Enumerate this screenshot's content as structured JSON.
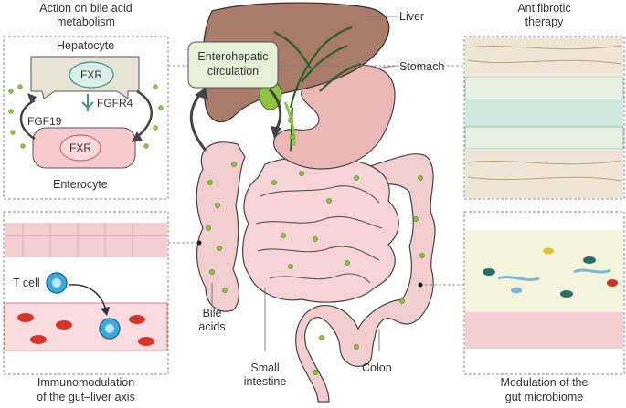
{
  "panels": {
    "bile_acid": {
      "title_line1": "Action on bile acid",
      "title_line2": "metabolism",
      "hepatocyte": "Hepatocyte",
      "enterocyte": "Enterocyte",
      "fxr_top": "FXR",
      "fxr_bottom": "FXR",
      "fgfr4": "FGFR4",
      "fgf19": "FGF19"
    },
    "immuno": {
      "t_cell": "T cell",
      "caption_line1": "Immunomodulation",
      "caption_line2": "of the gut–liver axis"
    },
    "antifibrotic": {
      "title_line1": "Antifibrotic",
      "title_line2": "therapy"
    },
    "microbiome": {
      "caption_line1": "Modulation of the",
      "caption_line2": "gut microbiome"
    }
  },
  "center": {
    "enterohepatic_line1": "Enterohepatic",
    "enterohepatic_line2": "circulation",
    "liver": "Liver",
    "stomach": "Stomach",
    "bile_line1": "Bile",
    "bile_line2": "acids",
    "small_line1": "Small",
    "small_line2": "intestine",
    "colon": "Colon"
  },
  "colors": {
    "bile_dot": "#8cc63f",
    "liver": "#a87b6a",
    "stomach": "#e8b4b4",
    "intestine": "#f2cdd0",
    "cell_green": "#cfe8dd",
    "fxr_fill": "#d9efe8",
    "enterocyte_pink": "#f6c9cc",
    "t_cell_blue": "#3fa9d8",
    "red_cell": "#d9362b"
  }
}
